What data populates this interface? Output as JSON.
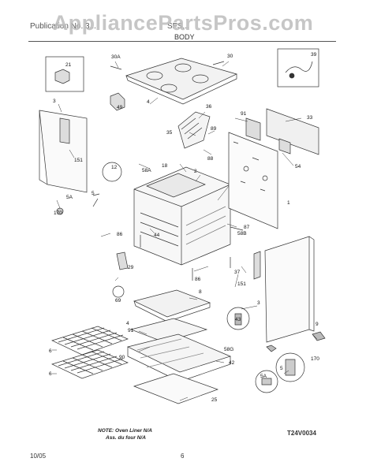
{
  "watermark": "AppliancePartsPros.com",
  "header": {
    "left_text": "Publication No. 3...",
    "model": "SFS...",
    "section": "BODY"
  },
  "callouts": [
    {
      "id": "c21",
      "text": "21"
    },
    {
      "id": "c30a",
      "text": "30A"
    },
    {
      "id": "c30",
      "text": "30"
    },
    {
      "id": "c39",
      "text": "39"
    },
    {
      "id": "c3a",
      "text": "3"
    },
    {
      "id": "c4",
      "text": "4"
    },
    {
      "id": "c49",
      "text": "49"
    },
    {
      "id": "c36",
      "text": "36"
    },
    {
      "id": "c91a",
      "text": "91"
    },
    {
      "id": "c33",
      "text": "33"
    },
    {
      "id": "c151a",
      "text": "151"
    },
    {
      "id": "c35",
      "text": "35"
    },
    {
      "id": "c89",
      "text": "89"
    },
    {
      "id": "c88",
      "text": "88"
    },
    {
      "id": "c12",
      "text": "12"
    },
    {
      "id": "c58a",
      "text": "58A"
    },
    {
      "id": "c18",
      "text": "18"
    },
    {
      "id": "c2",
      "text": "2"
    },
    {
      "id": "c54",
      "text": "54"
    },
    {
      "id": "c5a1",
      "text": "5A"
    },
    {
      "id": "c5a",
      "text": "5"
    },
    {
      "id": "c170a",
      "text": "170"
    },
    {
      "id": "c1",
      "text": "1"
    },
    {
      "id": "c87",
      "text": "87"
    },
    {
      "id": "c86a",
      "text": "86"
    },
    {
      "id": "c44",
      "text": "44"
    },
    {
      "id": "c58b",
      "text": "58B"
    },
    {
      "id": "c29",
      "text": "29"
    },
    {
      "id": "c37",
      "text": "37"
    },
    {
      "id": "c86b",
      "text": "86"
    },
    {
      "id": "c151b",
      "text": "151"
    },
    {
      "id": "c69",
      "text": "69"
    },
    {
      "id": "c8",
      "text": "8"
    },
    {
      "id": "c3b",
      "text": "3"
    },
    {
      "id": "c43",
      "text": "43"
    },
    {
      "id": "c91b",
      "text": "91"
    },
    {
      "id": "c4b",
      "text": "4"
    },
    {
      "id": "c6a",
      "text": "6"
    },
    {
      "id": "c90",
      "text": "90"
    },
    {
      "id": "c58g",
      "text": "58G"
    },
    {
      "id": "c6b",
      "text": "6"
    },
    {
      "id": "c42",
      "text": "42"
    },
    {
      "id": "c9",
      "text": "9"
    },
    {
      "id": "c5b",
      "text": "5"
    },
    {
      "id": "c170b",
      "text": "170"
    },
    {
      "id": "c5a2",
      "text": "5A"
    },
    {
      "id": "c25",
      "text": "25"
    }
  ],
  "note": {
    "line1": "NOTE: Oven Liner N/A",
    "line2": "Ass. du four N/A"
  },
  "figure_code": "T24V0034",
  "footer": {
    "date": "10/05",
    "page": "6"
  }
}
